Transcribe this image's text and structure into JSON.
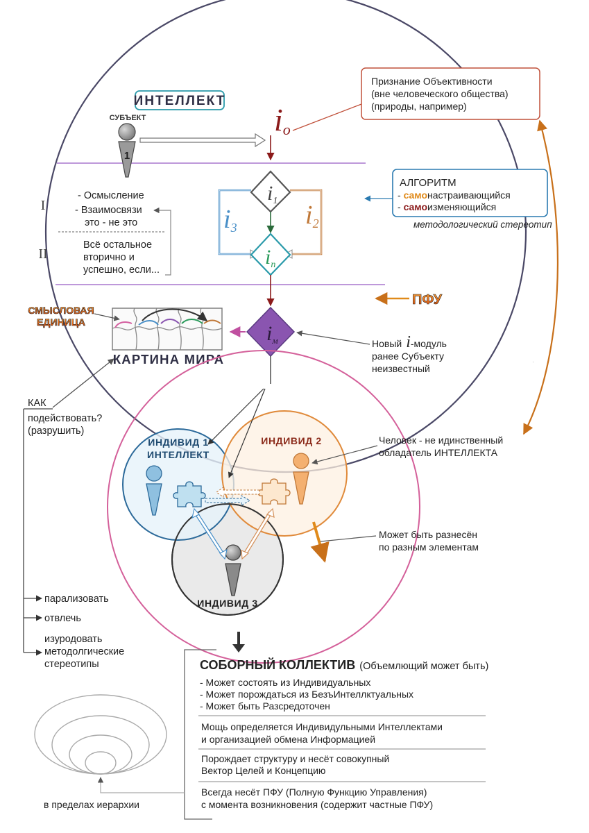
{
  "main_circle": {
    "intellect_label": "ИНТЕЛЛЕКТ",
    "subject_label": "СУБЪЕКТ",
    "subject_number": "1",
    "level_1": "I",
    "level_2": "II",
    "notes": {
      "line1": "- Осмысление",
      "line2": "- Взаимосвязи",
      "line3": "это - не это",
      "line4": "Всё остальное",
      "line5": "вторично и",
      "line6": "успешно, если..."
    },
    "i_letter": "i",
    "i_o_sub": "o",
    "i_1_sub": "1",
    "i_2_sub": "2",
    "i_3_sub": "3",
    "i_n_sub": "n",
    "i_m_sub": "м",
    "meaning_unit_line1": "СМЫСЛОВАЯ",
    "meaning_unit_line2": "ЕДИНИЦА",
    "world_picture": "КАРТИНА МИРА"
  },
  "callouts": {
    "objectivity": {
      "line1": "Признание Объективности",
      "line2": "(вне человеческого общества)",
      "line3": "(природы, например)"
    },
    "algorithm": {
      "title": "АЛГОРИТМ",
      "item1_dash": "- ",
      "item1_hl": "само",
      "item1_rest": "настраивающийся",
      "item2_dash": "- ",
      "item2_hl": "само",
      "item2_rest": "изменяющийся"
    },
    "method_stereotype": "методологический стереотип",
    "pfu": "ПФУ",
    "new_module": {
      "prefix": "Новый",
      "letter": "i",
      "suffix": "-модуль",
      "line2": "ранее Субъекту",
      "line3": "неизвестный"
    },
    "human": {
      "line1": "Человек - не идинственный",
      "line2": "обладатель ИНТЕЛЛЕКТА"
    },
    "distributed": {
      "line1": "Может быть разнесён",
      "line2": "по разным элементам"
    }
  },
  "attack": {
    "line1": "КАК",
    "line2": "подействовать?",
    "line3": "(разрушить)",
    "option1": "парализовать",
    "option2": "отвлечь",
    "option3_line1": "изуродовать",
    "option3_line2": "методолгические",
    "option3_line3": "стереотипы"
  },
  "individuals": {
    "ind1_line1": "ИНДИВИД 1",
    "ind1_line2": "ИНТЕЛЛЕКТ",
    "ind2": "ИНДИВИД 2",
    "ind3": "ИНДИВИД 3"
  },
  "collective": {
    "title": "СОБОРНЫЙ КОЛЛЕКТИВ",
    "subtitle": "(Объемлющий может быть)",
    "bullet1": "- Может состоять из Индивидуальных",
    "bullet2": "- Может порождаться из БезъИнтеллктуальных",
    "bullet3": "- Может быть Разсредоточен",
    "power_line1": "Мощь определяется Индивидульными Интеллектами",
    "power_line2": "и организацией обмена Информацией",
    "structure_line1": "Порождает структуру и несёт совокупный",
    "structure_line2": "Вектор Целей и Концепцию",
    "pfu_line1": "Всегда несёт ПФУ (Полную Функцию Управления)",
    "pfu_line2": "с момента возникновения (содержит частные ПФУ)",
    "hierarchy": "в пределах иерархии"
  },
  "colors": {
    "circle_stroke": "#4a4866",
    "purple_line": "#b48ad4",
    "dark_red": "#8b1a1a",
    "diamond_purple": "#8a55b0",
    "blue_i3": "#4a90c8",
    "orange_i2": "#c07838",
    "green_in": "#2a9a5a",
    "teal": "#2a9aaa",
    "pink_circle": "#d4609a",
    "ind1_blue": "#2c6a9a",
    "ind1_fill": "#e6f3fa",
    "ind2_orange": "#e08a3a",
    "ind2_fill": "#fdf0e2",
    "ind3_fill": "#e6e6e6",
    "callout_red": "#c0503a",
    "callout_blue": "#2a7ab0",
    "arrow_orange": "#c8701a",
    "highlight_orange": "#e08a1a"
  }
}
